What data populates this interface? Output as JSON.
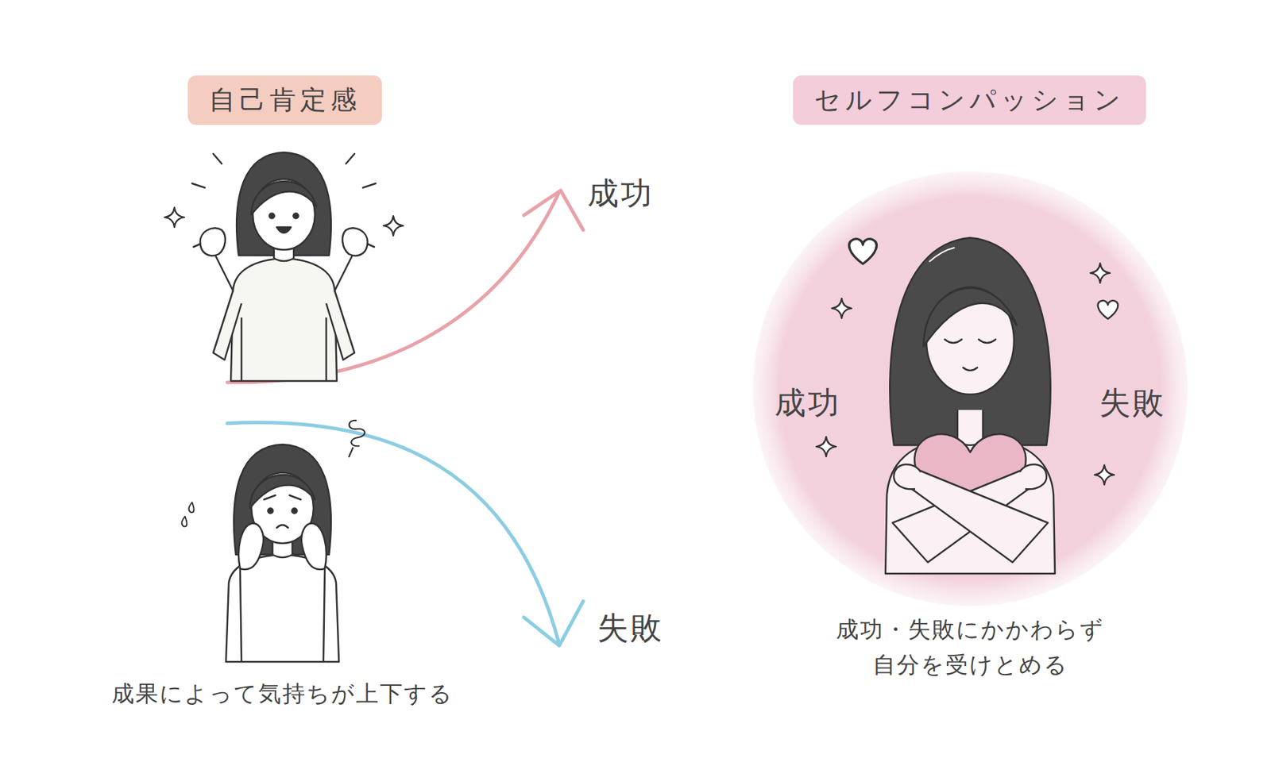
{
  "diagram": {
    "nodes": [
      {
        "text": [
          "自己肯定感"
        ]
      },
      {
        "text": [
          "セルフコンパッション"
        ]
      },
      {
        "text": [
          "成功",
          "失敗"
        ]
      }
    ],
    "labels": [
      "成功",
      "失敗",
      "成果によって気持ちが上下する",
      "成功・失敗にかかわらず 自分を受けとめる"
    ]
  }
}
